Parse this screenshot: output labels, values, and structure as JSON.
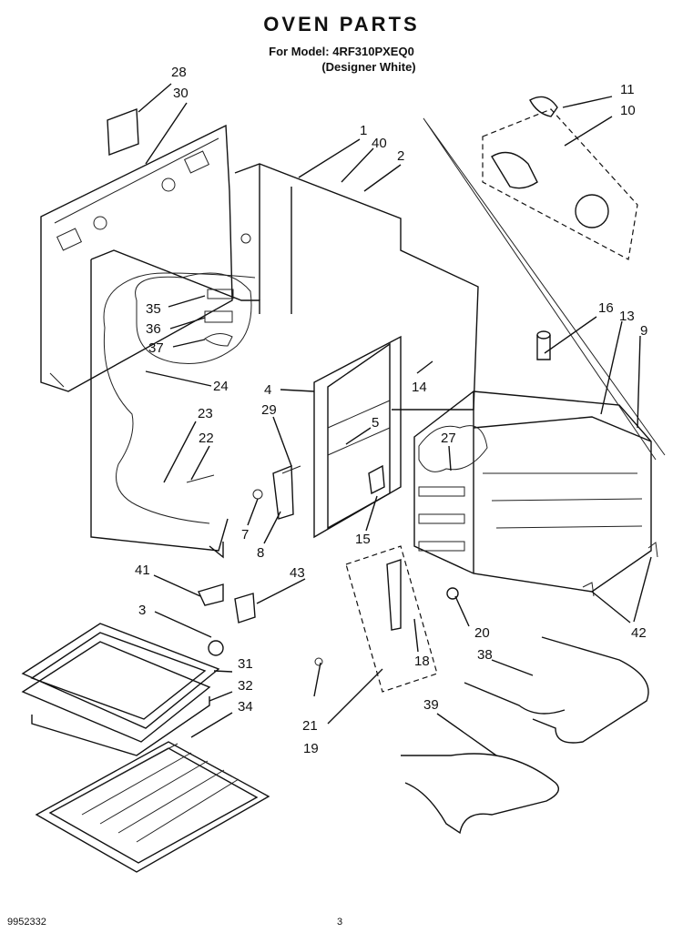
{
  "title": "OVEN PARTS",
  "model_line": "For Model: 4RF310PXEQ0",
  "color_line": "(Designer White)",
  "footer_code": "9952332",
  "page_number": "3",
  "callouts": {
    "c28": "28",
    "c30": "30",
    "c1": "1",
    "c40": "40",
    "c2": "2",
    "c11": "11",
    "c10": "10",
    "c16": "16",
    "c13": "13",
    "c9": "9",
    "c35": "35",
    "c36": "36",
    "c37": "37",
    "c24": "24",
    "c4": "4",
    "c14": "14",
    "c23": "23",
    "c22": "22",
    "c29": "29",
    "c5": "5",
    "c27": "27",
    "c7": "7",
    "c8": "8",
    "c15": "15",
    "c41": "41",
    "c43": "43",
    "c3": "3",
    "c20": "20",
    "c42": "42",
    "c18": "18",
    "c31": "31",
    "c32": "32",
    "c34": "34",
    "c38": "38",
    "c39": "39",
    "c21": "21",
    "c19": "19"
  }
}
